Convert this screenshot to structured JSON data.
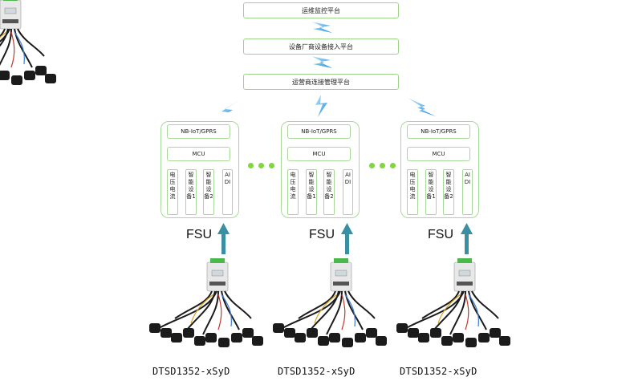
{
  "platforms": {
    "top": "运维监控平台",
    "middle": "设备厂商设备接入平台",
    "bottom": "运营商连接管理平台"
  },
  "fsu_units": [
    {
      "comm": "NB-IoT/GPRS",
      "mcu": "MCU",
      "cols": [
        "电压电流",
        "智能设备1",
        "智能设备2",
        "AI DI"
      ],
      "label": "FSU",
      "model": "DTSD1352-xSyD"
    },
    {
      "comm": "NB-IoT/GPRS",
      "mcu": "MCU",
      "cols": [
        "电压电流",
        "智能设备1",
        "智能设备2",
        "AI DI"
      ],
      "label": "FSU",
      "model": "DTSD1352-xSyD"
    },
    {
      "comm": "NB-IoT/GPRS",
      "mcu": "MCU",
      "cols": [
        "电压电流",
        "智能设备1",
        "智能设备2",
        "AI DI"
      ],
      "label": "FSU",
      "model": "DTSD1352-xSyD"
    }
  ],
  "colors": {
    "border": "#a8d99a",
    "dots": "#7fd63f",
    "arrow": "#3b8fa3",
    "lightning": "#3aa7e6",
    "device_green": "#4bb84b"
  },
  "icons": [
    "lightning-icon",
    "up-arrow-icon",
    "meter-icon",
    "current-transformer-icon"
  ]
}
